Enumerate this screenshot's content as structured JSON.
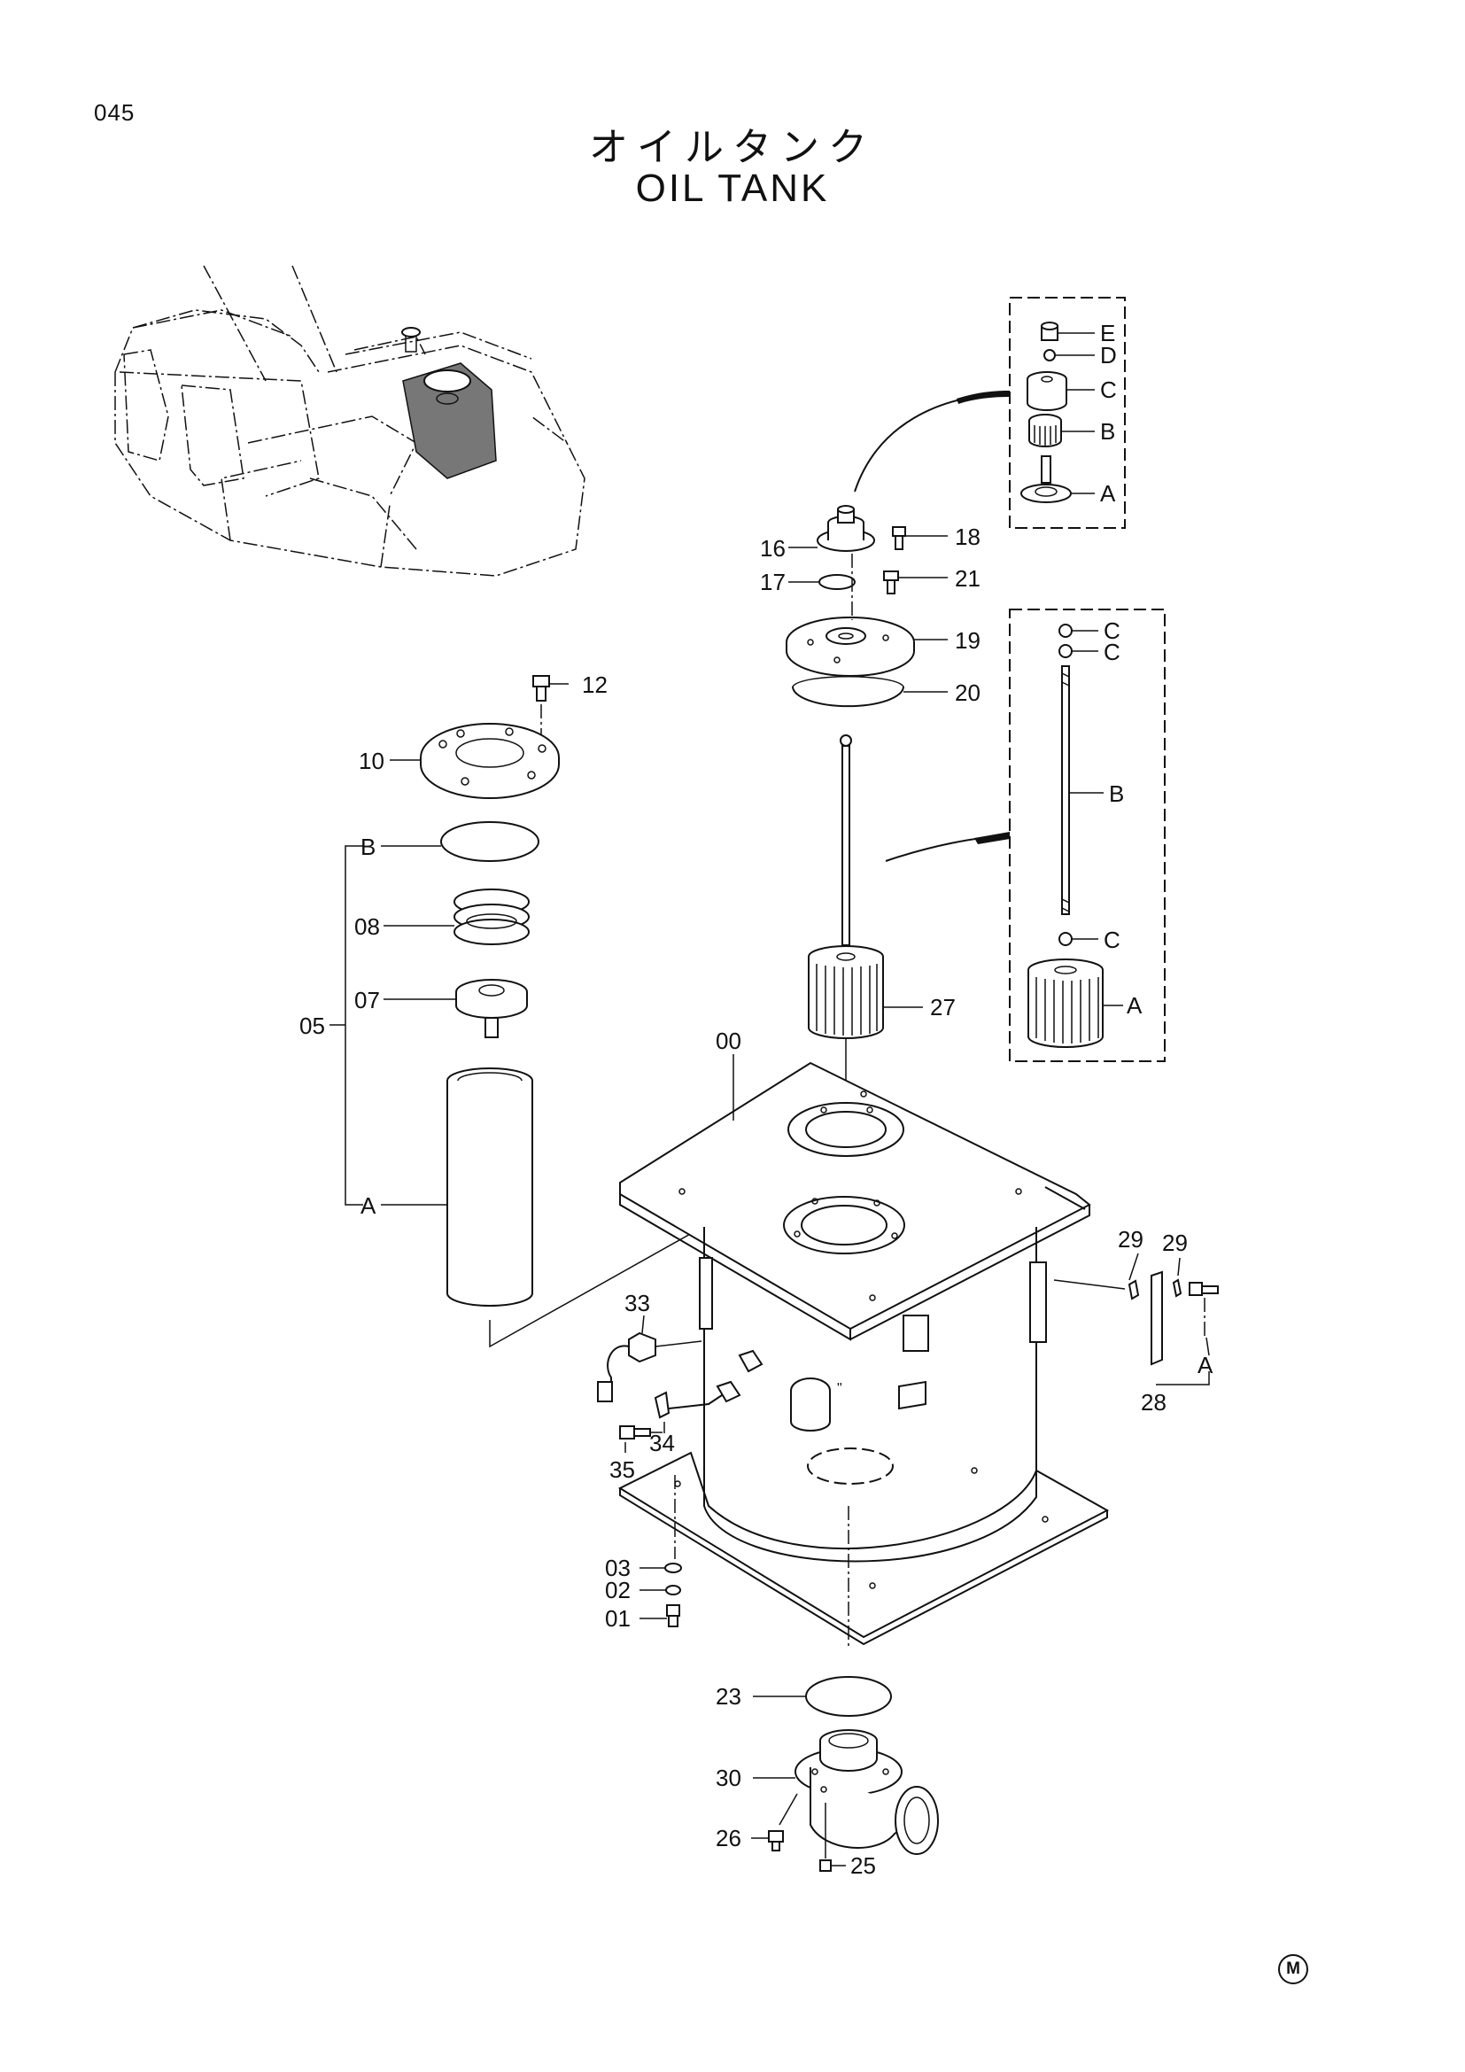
{
  "header": {
    "page_number": "045",
    "title_jp": "オイルタンク",
    "title_en": "OIL TANK"
  },
  "callouts": {
    "p00": "00",
    "p01": "01",
    "p02": "02",
    "p03": "03",
    "p05": "05",
    "p07": "07",
    "p08": "08",
    "p10": "10",
    "p12": "12",
    "p16": "16",
    "p17": "17",
    "p18": "18",
    "p19": "19",
    "p20": "20",
    "p21": "21",
    "p23": "23",
    "p25": "25",
    "p26": "26",
    "p27": "27",
    "p28": "28",
    "p29a": "29",
    "p29b": "29",
    "p30": "30",
    "p33": "33",
    "p34": "34",
    "p35": "35",
    "sub05_a": "A",
    "sub05_b": "B",
    "sub28_a": "A"
  },
  "detail_upper": {
    "a": "A",
    "b": "B",
    "c": "C",
    "d": "D",
    "e": "E"
  },
  "detail_lower": {
    "a": "A",
    "b": "B",
    "c1": "C",
    "c2": "C",
    "c3": "C"
  },
  "footer": {
    "maker_mark": "M"
  }
}
